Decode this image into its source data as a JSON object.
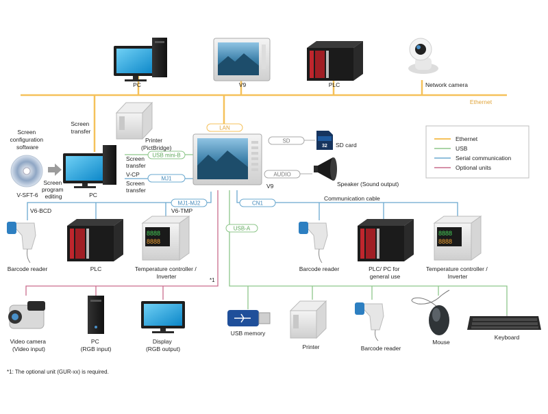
{
  "colors": {
    "ethernet": "#f5c15a",
    "usb": "#8dc68a",
    "serial": "#6aa8cf",
    "optional": "#c96b8c"
  },
  "ethernet_label": "Ethernet",
  "top_devices": {
    "pc": "PC",
    "v9": "V9",
    "plc": "PLC",
    "network_camera": "Network camera"
  },
  "center": {
    "v9_label": "V9",
    "lan": "LAN",
    "sd": "SD",
    "audio": "AUDIO",
    "sd_card": "SD card",
    "sd_card_size": "32",
    "speaker": "Speaker (Sound output)"
  },
  "left": {
    "screen_config": [
      "Screen",
      "configuration",
      "software"
    ],
    "vsft": "V-SFT-6",
    "screen_transfer_top": [
      "Screen",
      "transfer"
    ],
    "printer": [
      "Printer",
      "(PictBridge)"
    ],
    "screen_transfer_1": [
      "Screen",
      "transfer"
    ],
    "usb_mini_b": "USB mini-B",
    "vcp": "V-CP",
    "mj1": "MJ1",
    "screen_transfer_2": [
      "Screen",
      "transfer"
    ],
    "screen_program": [
      "Screen",
      "program",
      "editing"
    ],
    "pc": "PC"
  },
  "serial_left": {
    "mj_label": "MJ1-MJ2",
    "v6bcd": "V6-BCD",
    "v6tmp": "V6-TMP",
    "barcode": "Barcode reader",
    "plc": "PLC",
    "temp": [
      "Temperature controller /",
      "Inverter"
    ]
  },
  "serial_right": {
    "cn1": "CN1",
    "comm_cable": "Communication cable",
    "barcode": "Barcode reader",
    "plc_pc": [
      "PLC/ PC for",
      "general use"
    ],
    "temp": [
      "Temperature controller /",
      "Inverter"
    ]
  },
  "usb": {
    "usb_a": "USB-A",
    "usb_memory": "USB memory",
    "printer": "Printer",
    "barcode": "Barcode reader",
    "mouse": "Mouse",
    "keyboard": "Keyboard"
  },
  "optional": {
    "mark": "*1",
    "video": [
      "Video camera",
      "(Video input)"
    ],
    "pc": [
      "PC",
      "(RGB input)"
    ],
    "display": [
      "Display",
      "(RGB output)"
    ]
  },
  "legend": {
    "ethernet": "Ethernet",
    "usb": "USB",
    "serial": "Serial communication",
    "optional": "Optional units"
  },
  "footnote": "*1: The optional unit (GUR-xx) is required."
}
